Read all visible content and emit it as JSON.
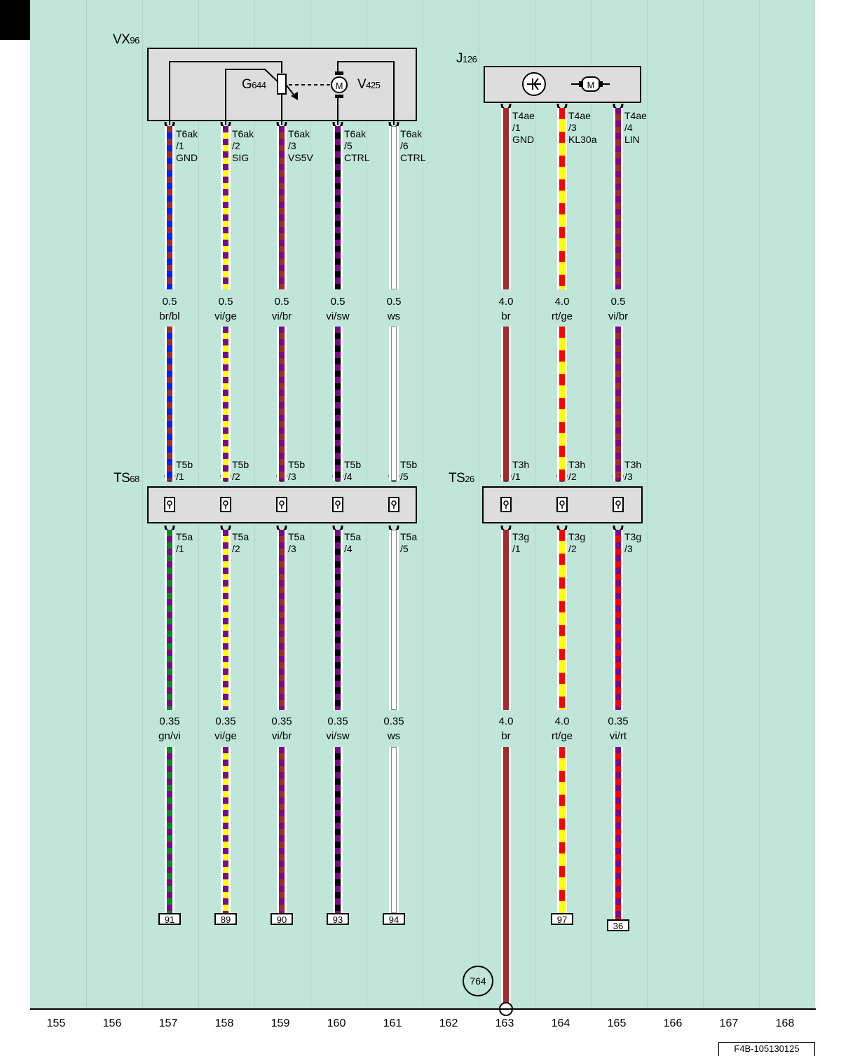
{
  "components": {
    "vx96": {
      "name": "VX",
      "sub": "96"
    },
    "g644": {
      "name": "G",
      "sub": "644"
    },
    "v425": {
      "name": "V",
      "sub": "425"
    },
    "j126": {
      "name": "J",
      "sub": "126"
    },
    "ts68": {
      "name": "TS",
      "sub": "68"
    },
    "ts26": {
      "name": "TS",
      "sub": "26"
    }
  },
  "motor_letter": "M",
  "colors": {
    "background": "#c0e5d9",
    "br": "#a52a2a",
    "bl": "#0022ff",
    "vi": "#7a0a8a",
    "ge": "#ffff00",
    "sw": "#000000",
    "ws": "#ffffff",
    "rt": "#ff0000",
    "gn": "#0a8a20"
  },
  "top_wires": [
    {
      "term": "T6ak",
      "pin": "/1",
      "signal": "GND",
      "size": "0.5",
      "color": "br/bl"
    },
    {
      "term": "T6ak",
      "pin": "/2",
      "signal": "SIG",
      "size": "0.5",
      "color": "vi/ge"
    },
    {
      "term": "T6ak",
      "pin": "/3",
      "signal": "VS5V",
      "size": "0.5",
      "color": "vi/br"
    },
    {
      "term": "T6ak",
      "pin": "/5",
      "signal": "CTRL",
      "size": "0.5",
      "color": "vi/sw"
    },
    {
      "term": "T6ak",
      "pin": "/6",
      "signal": "CTRL",
      "size": "0.5",
      "color": "ws"
    },
    {
      "term": "T4ae",
      "pin": "/1",
      "signal": "GND",
      "size": "4.0",
      "color": "br"
    },
    {
      "term": "T4ae",
      "pin": "/3",
      "signal": "KL30a",
      "size": "4.0",
      "color": "rt/ge"
    },
    {
      "term": "T4ae",
      "pin": "/4",
      "signal": "LIN",
      "size": "0.5",
      "color": "vi/br"
    }
  ],
  "upper_terms": [
    {
      "term": "T5b",
      "pin": "/1"
    },
    {
      "term": "T5b",
      "pin": "/2"
    },
    {
      "term": "T5b",
      "pin": "/3"
    },
    {
      "term": "T5b",
      "pin": "/4"
    },
    {
      "term": "T5b",
      "pin": "/5"
    },
    {
      "term": "T3h",
      "pin": "/1"
    },
    {
      "term": "T3h",
      "pin": "/2"
    },
    {
      "term": "T3h",
      "pin": "/3"
    }
  ],
  "lower_wires": [
    {
      "term": "T5a",
      "pin": "/1",
      "size": "0.35",
      "color": "gn/vi",
      "ref": "91"
    },
    {
      "term": "T5a",
      "pin": "/2",
      "size": "0.35",
      "color": "vi/ge",
      "ref": "89"
    },
    {
      "term": "T5a",
      "pin": "/3",
      "size": "0.35",
      "color": "vi/br",
      "ref": "90"
    },
    {
      "term": "T5a",
      "pin": "/4",
      "size": "0.35",
      "color": "vi/sw",
      "ref": "93"
    },
    {
      "term": "T5a",
      "pin": "/5",
      "size": "0.35",
      "color": "ws",
      "ref": "94"
    },
    {
      "term": "T3g",
      "pin": "/1",
      "size": "4.0",
      "color": "br",
      "ref": ""
    },
    {
      "term": "T3g",
      "pin": "/2",
      "size": "4.0",
      "color": "rt/ge",
      "ref": "97"
    },
    {
      "term": "T3g",
      "pin": "/3",
      "size": "0.35",
      "color": "vi/rt",
      "ref": "36"
    }
  ],
  "ground_point": "764",
  "columns": [
    "155",
    "156",
    "157",
    "158",
    "159",
    "160",
    "161",
    "162",
    "163",
    "164",
    "165",
    "166",
    "167",
    "168"
  ],
  "doc_id": "F4B-105130125"
}
